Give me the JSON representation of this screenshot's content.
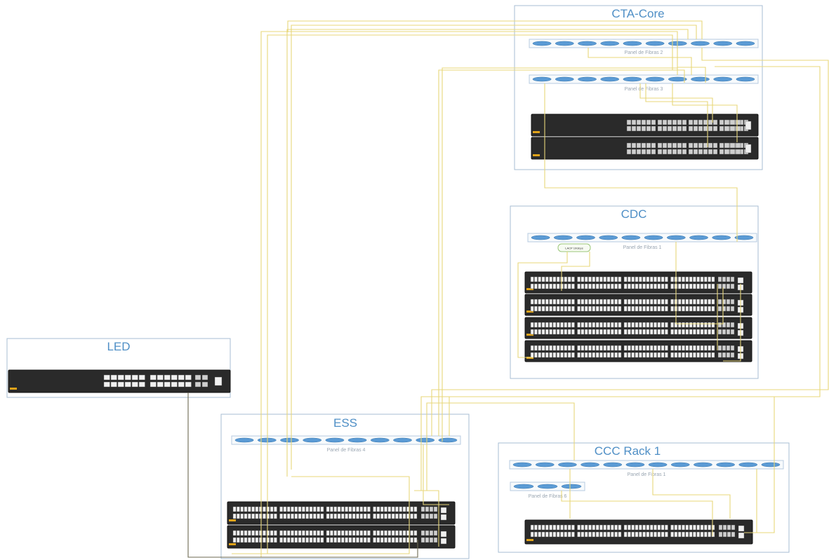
{
  "sites": [
    {
      "id": "cta",
      "title": "CTA-Core",
      "panels": [
        "Panel de Fibras 2",
        "Panel de Fibras 3"
      ],
      "switch_count": 2
    },
    {
      "id": "cdc",
      "title": "CDC",
      "panels": [
        "Panel de Fibras 1"
      ],
      "switch_count": 4,
      "tag": "LACP 10Gbps"
    },
    {
      "id": "led",
      "title": "LED",
      "panels": [],
      "switch_count": 1
    },
    {
      "id": "ess",
      "title": "ESS",
      "panels": [
        "Panel de Fibras 4"
      ],
      "switch_count": 2
    },
    {
      "id": "ccc",
      "title": "CCC Rack 1",
      "panels": [
        "Panel de Fibras 1",
        "Panel de Fibras 6"
      ],
      "switch_count": 1
    }
  ],
  "colors": {
    "cable_primary": "#e8d77a",
    "cable_secondary": "#6d6a52",
    "box_border": "#a7bed3",
    "title": "#4f8fc6",
    "panel_port": "#5b9bd5",
    "switch": "#2a2a2a",
    "accent": "#e0a31a"
  }
}
